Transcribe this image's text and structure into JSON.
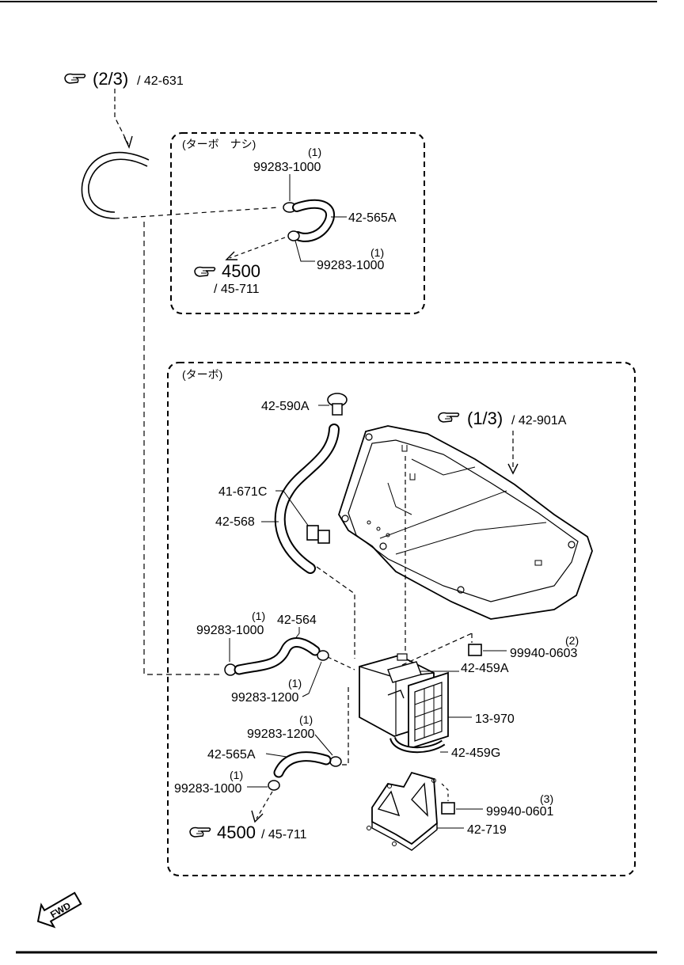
{
  "references": {
    "top": {
      "page": "(2/3)",
      "code": "/ 42-631"
    },
    "nonturbo_out": {
      "code": "4500",
      "sub": "/ 45-711"
    },
    "turbo_out": {
      "code": "4500",
      "sub": "/ 45-711"
    },
    "tank": {
      "page": "(1/3)",
      "code": "/ 42-901A"
    }
  },
  "groups": {
    "non_turbo": "(ターボ　ナシ)",
    "turbo": "(ターボ)"
  },
  "parts": {
    "clip_a": {
      "number": "99283-1000",
      "qty": "(1)"
    },
    "hose_565a_top": {
      "number": "42-565A"
    },
    "clip_b": {
      "number": "99283-1000",
      "qty": "(1)"
    },
    "cap": {
      "number": "42-590A"
    },
    "clamp_671c": {
      "number": "41-671C"
    },
    "hose_568": {
      "number": "42-568"
    },
    "hose_564": {
      "number": "42-564"
    },
    "clip_c": {
      "number": "99283-1000",
      "qty": "(1)"
    },
    "clip_d": {
      "number": "99283-1200",
      "qty": "(1)"
    },
    "nut_0603": {
      "number": "99940-0603",
      "qty": "(2)"
    },
    "bracket_459a": {
      "number": "42-459A"
    },
    "canister": {
      "number": "13-970"
    },
    "clip_e": {
      "number": "99283-1200",
      "qty": "(1)"
    },
    "hose_565a_bottom": {
      "number": "42-565A"
    },
    "band_459g": {
      "number": "42-459G"
    },
    "clip_f": {
      "number": "99283-1000",
      "qty": "(1)"
    },
    "nut_0601": {
      "number": "99940-0601",
      "qty": "(3)"
    },
    "bracket_719": {
      "number": "42-719"
    }
  },
  "fwd_label": "FWD",
  "icons": [
    "pointing-hand-icon",
    "fwd-arrow-icon"
  ]
}
